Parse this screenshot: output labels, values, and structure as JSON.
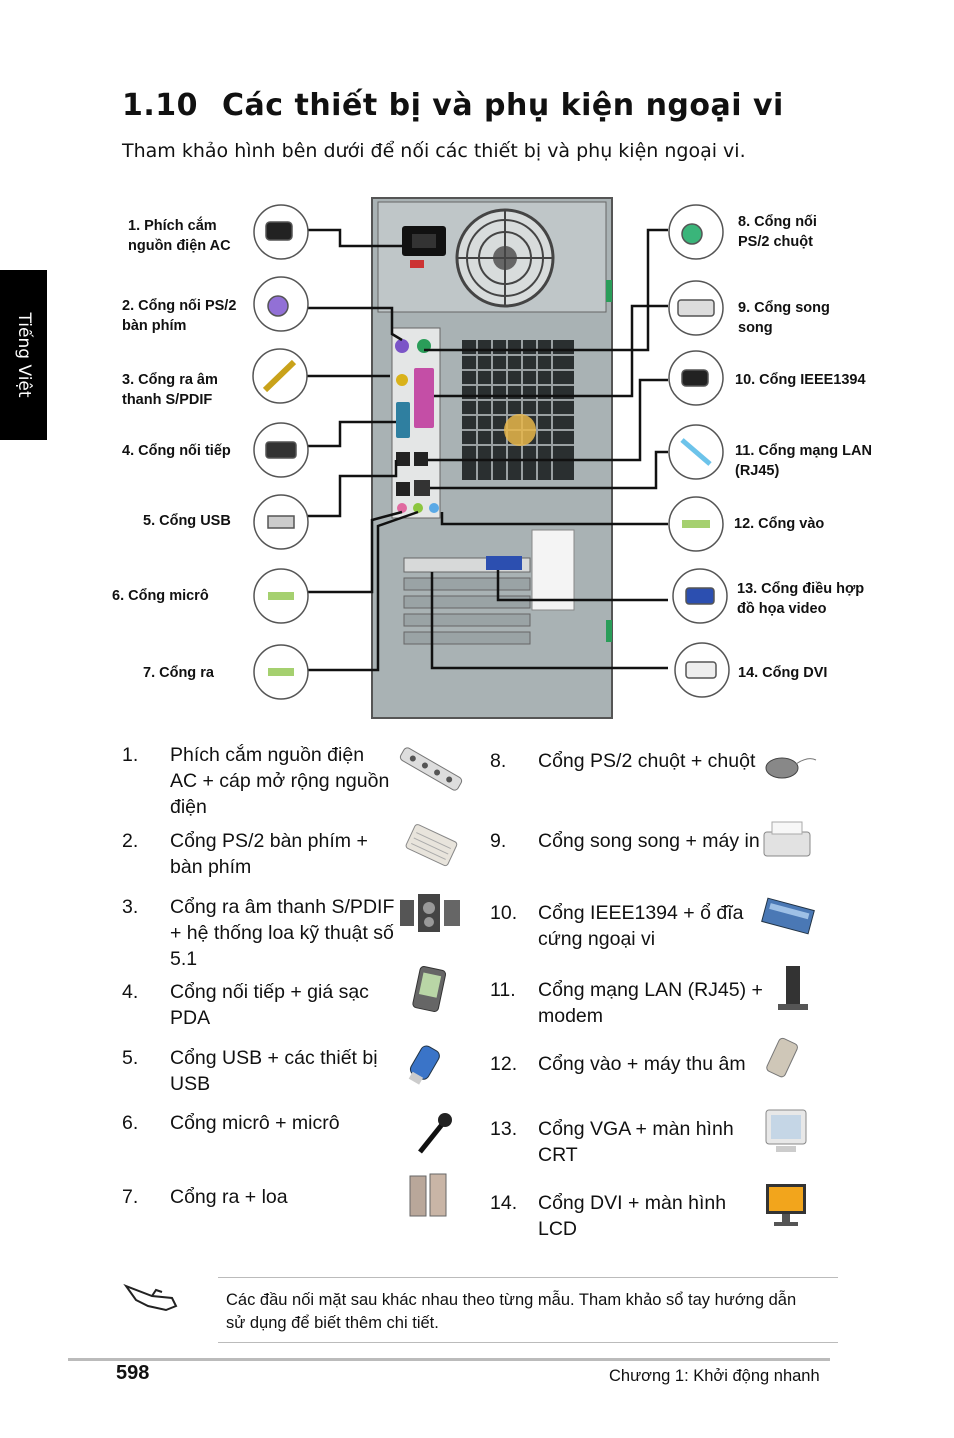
{
  "sidebar": {
    "label": "Tiếng Việt"
  },
  "heading": {
    "number": "1.10",
    "title": "Các thiết bị và phụ kiện ngoại vi"
  },
  "intro": "Tham khảo hình bên dưới để nối các thiết bị và phụ kiện ngoại vi.",
  "figure_labels": {
    "l1a": "1. Phích cắm",
    "l1b": "nguồn điện AC",
    "l2a": "2. Cổng nối PS/2",
    "l2b": "bàn phím",
    "l3a": "3. Cổng ra âm",
    "l3b": "thanh S/PDIF",
    "l4": "4. Cổng nối tiếp",
    "l5": "5. Cổng USB",
    "l6": "6. Cổng micrô",
    "l7": "7. Cổng ra",
    "l8a": "8. Cổng nối",
    "l8b": "PS/2 chuột",
    "l9a": "9. Cổng song",
    "l9b": "song",
    "l10": "10. Cổng IEEE1394",
    "l11a": "11. Cổng mạng LAN",
    "l11b": "(RJ45)",
    "l12": "12. Cổng vào",
    "l13a": "13. Cổng điều hợp",
    "l13b": "đồ họa video",
    "l14": "14. Cổng DVI"
  },
  "list_left": [
    {
      "n": "1.",
      "lines": [
        "Phích cắm nguồn điện",
        "AC + cáp mở rộng nguồn",
        "điện"
      ],
      "icon": "power-strip-icon"
    },
    {
      "n": "2.",
      "lines": [
        "Cổng PS/2 bàn phím +",
        "bàn phím"
      ],
      "icon": "keyboard-icon"
    },
    {
      "n": "3.",
      "lines": [
        "Cổng ra âm thanh S/PDIF",
        "+ hệ thống loa kỹ thuật số",
        "5.1"
      ],
      "icon": "speakers-icon"
    },
    {
      "n": "4.",
      "lines": [
        "Cổng nối tiếp + giá sạc",
        "PDA"
      ],
      "icon": "pda-icon"
    },
    {
      "n": "5.",
      "lines": [
        "Cổng USB + các thiết bị",
        "USB"
      ],
      "icon": "usb-drive-icon"
    },
    {
      "n": "6.",
      "lines": [
        "Cổng micrô + micrô"
      ],
      "icon": "microphone-icon"
    },
    {
      "n": "7.",
      "lines": [
        "Cổng ra + loa"
      ],
      "icon": "speaker-icon"
    }
  ],
  "list_right": [
    {
      "n": "8.",
      "lines": [
        "Cổng PS/2 chuột + chuột"
      ],
      "icon": "mouse-icon"
    },
    {
      "n": "9.",
      "lines": [
        "Cổng song song + máy in"
      ],
      "icon": "printer-icon"
    },
    {
      "n": "10.",
      "lines": [
        "Cổng IEEE1394 + ổ đĩa",
        "cứng ngoại vi"
      ],
      "icon": "external-drive-icon"
    },
    {
      "n": "11.",
      "lines": [
        "Cổng mạng LAN (RJ45) +",
        "modem"
      ],
      "icon": "modem-icon"
    },
    {
      "n": "12.",
      "lines": [
        "Cổng vào + máy thu âm"
      ],
      "icon": "recorder-icon"
    },
    {
      "n": "13.",
      "lines": [
        "Cổng VGA + màn hình",
        "CRT"
      ],
      "icon": "crt-monitor-icon"
    },
    {
      "n": "14.",
      "lines": [
        "Cổng DVI + màn hình",
        "LCD"
      ],
      "icon": "lcd-monitor-icon"
    }
  ],
  "note": {
    "line1": "Các đầu nối mặt sau khác nhau theo từng mẫu. Tham khảo sổ tay hướng dẫn",
    "line2": "sử dụng để biết thêm chi tiết."
  },
  "footer": {
    "page": "598",
    "chapter": "Chương 1: Khởi động nhanh"
  }
}
